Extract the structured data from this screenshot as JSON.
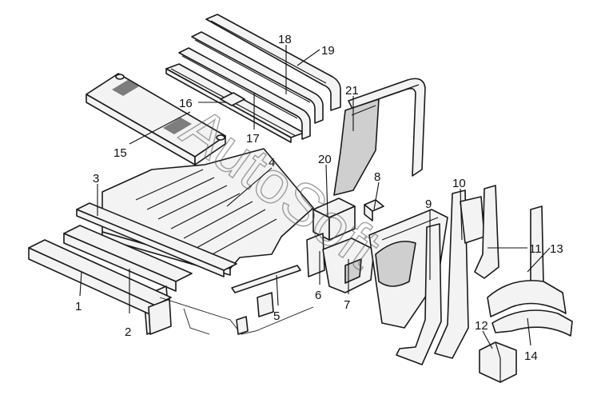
{
  "diagram": {
    "watermark": "AutoSoft",
    "callouts": [
      {
        "id": "c1",
        "label": "1"
      },
      {
        "id": "c2",
        "label": "2"
      },
      {
        "id": "c3",
        "label": "3"
      },
      {
        "id": "c4",
        "label": "4"
      },
      {
        "id": "c5",
        "label": "5"
      },
      {
        "id": "c6",
        "label": "6"
      },
      {
        "id": "c7",
        "label": "7"
      },
      {
        "id": "c8",
        "label": "8"
      },
      {
        "id": "c9",
        "label": "9"
      },
      {
        "id": "c10",
        "label": "10"
      },
      {
        "id": "c11",
        "label": "11"
      },
      {
        "id": "c12",
        "label": "12"
      },
      {
        "id": "c13",
        "label": "13"
      },
      {
        "id": "c14",
        "label": "14"
      },
      {
        "id": "c15",
        "label": "15"
      },
      {
        "id": "c16",
        "label": "16"
      },
      {
        "id": "c17",
        "label": "17"
      },
      {
        "id": "c18",
        "label": "18"
      },
      {
        "id": "c19",
        "label": "19"
      },
      {
        "id": "c20",
        "label": "20"
      },
      {
        "id": "c21",
        "label": "21"
      }
    ]
  }
}
